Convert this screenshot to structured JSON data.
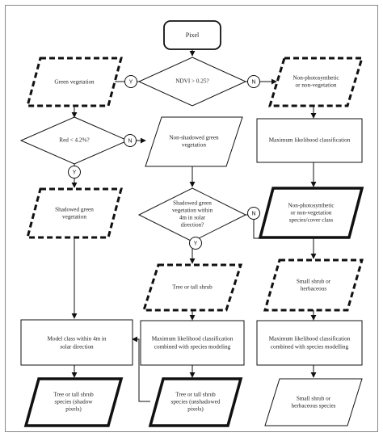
{
  "start": "Pixel",
  "decisions": {
    "ndvi": "NDVI > 0.25?",
    "red": "Red < 4.2%?",
    "shadowed_tall": [
      "Shadowed green",
      "vegetation within",
      "4m in solar",
      "direction?"
    ]
  },
  "parallelograms": {
    "green_vegetation": "Green vegetation",
    "non_photosynthetic": [
      "Non-photosynthetic",
      "or non-vegetation"
    ],
    "non_shadowed": [
      "Non-shadowed green",
      "vegetation"
    ],
    "shadowed_green": [
      "Shadowed green",
      "vegetation"
    ],
    "non_photo_species": [
      "Non-photosynthetic",
      "or non-vegetation",
      "species/cover class"
    ],
    "tree_tall_shrub": "Tree or tall shrub",
    "small_shrub": [
      "Small shrub or",
      "herbaceous"
    ],
    "out_tree_shadow": [
      "Tree or tall shrub",
      "species (shadow",
      "pixels)"
    ],
    "out_tree_unshadowed": [
      "Tree or tall shrub",
      "species (unshadowed",
      "pixels)"
    ],
    "out_small": [
      "Small shrub or",
      "herbaceous species"
    ]
  },
  "processes": {
    "mlc_top": "Maximum likelihood classification",
    "model_class": [
      "Model class within 4m in",
      "solar direction"
    ],
    "mlc_species_mid": [
      "Maximum likelihood classification",
      "combined with species modeling"
    ],
    "mlc_species_right": [
      "Maximum likelihood classification",
      "combined with species modelling"
    ]
  },
  "connectors": {
    "yes": "Y",
    "no": "N"
  }
}
